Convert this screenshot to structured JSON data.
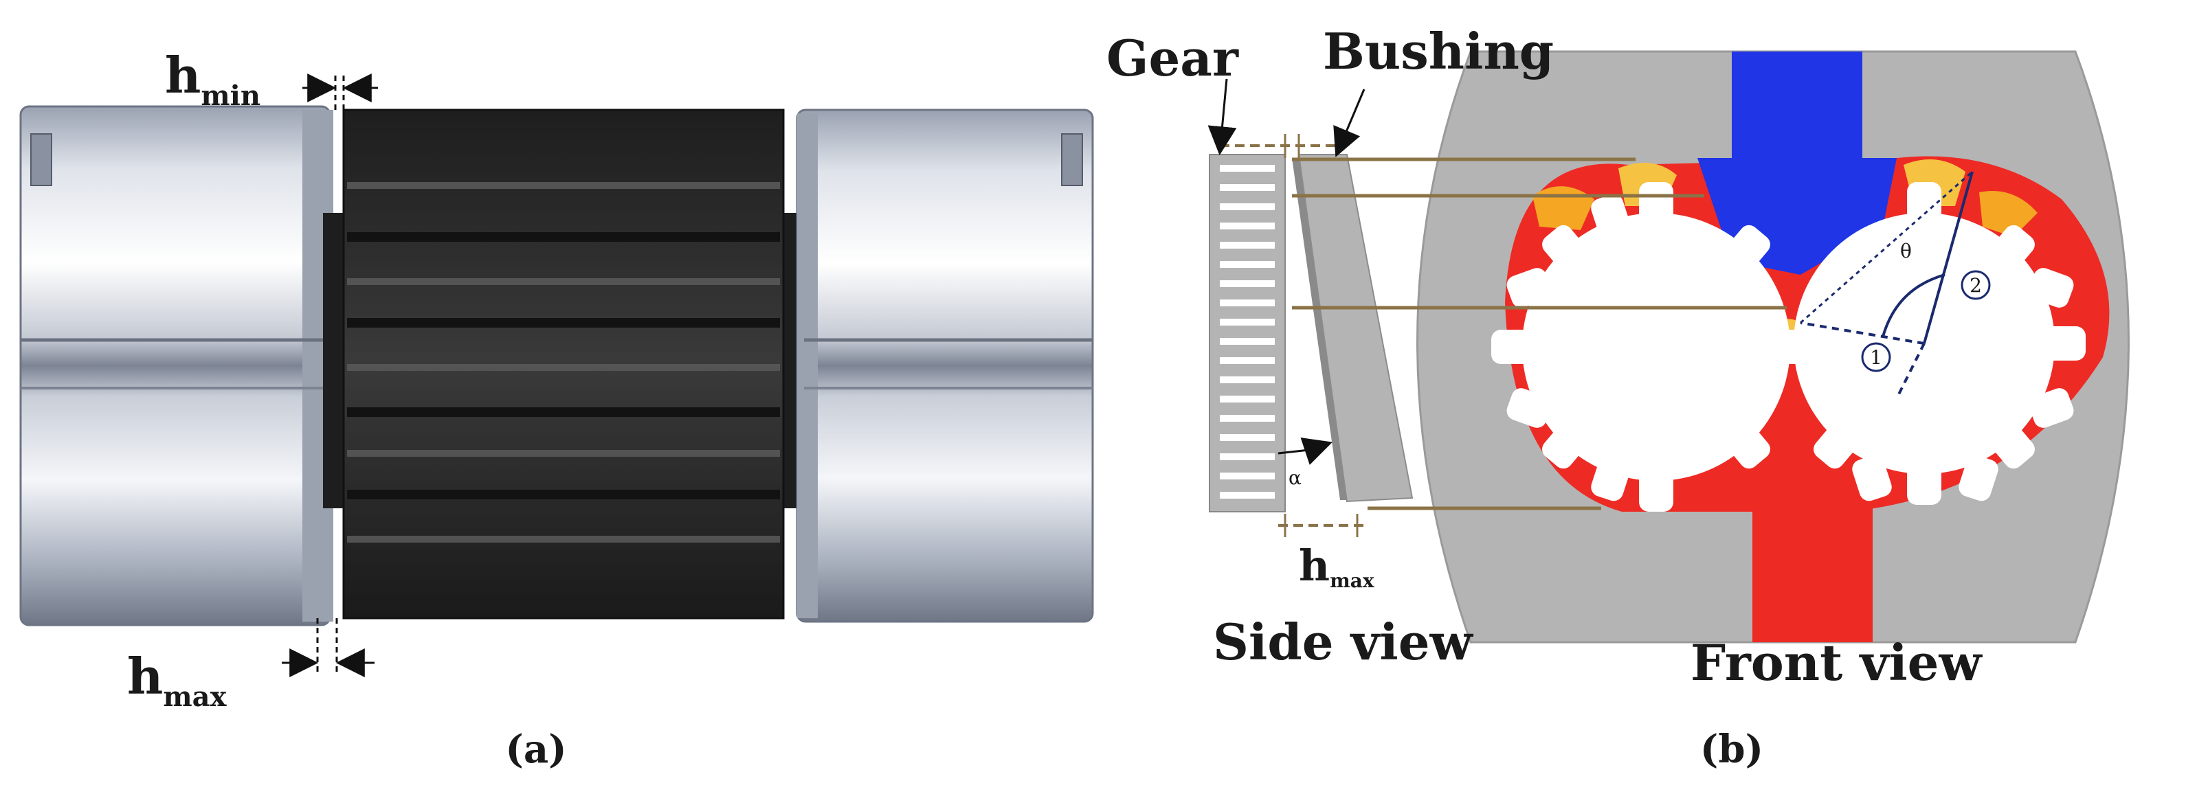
{
  "panel_a": {
    "h_min_base": "h",
    "h_min_sub": "min",
    "h_max_base": "h",
    "h_max_sub": "max",
    "caption": "(a)"
  },
  "panel_b": {
    "gear_label": "Gear",
    "bushing_label": "Bushing",
    "theta_label": "θ",
    "alpha_label": "α",
    "h_max_base": "h",
    "h_max_sub": "max",
    "circle_1": "1",
    "circle_2": "2",
    "side_view_label": "Side view",
    "front_view_label": "Front view",
    "caption": "(b)"
  },
  "colors": {
    "bushing_silver": "#c9ced8",
    "gear_dark": "#2b2b2b",
    "housing_gray": "#b4b4b4",
    "inlet_blue": "#1f35e6",
    "outlet_red": "#ee2a24",
    "tooth_orange": "#f5a623",
    "line_brown": "#8b7348"
  }
}
